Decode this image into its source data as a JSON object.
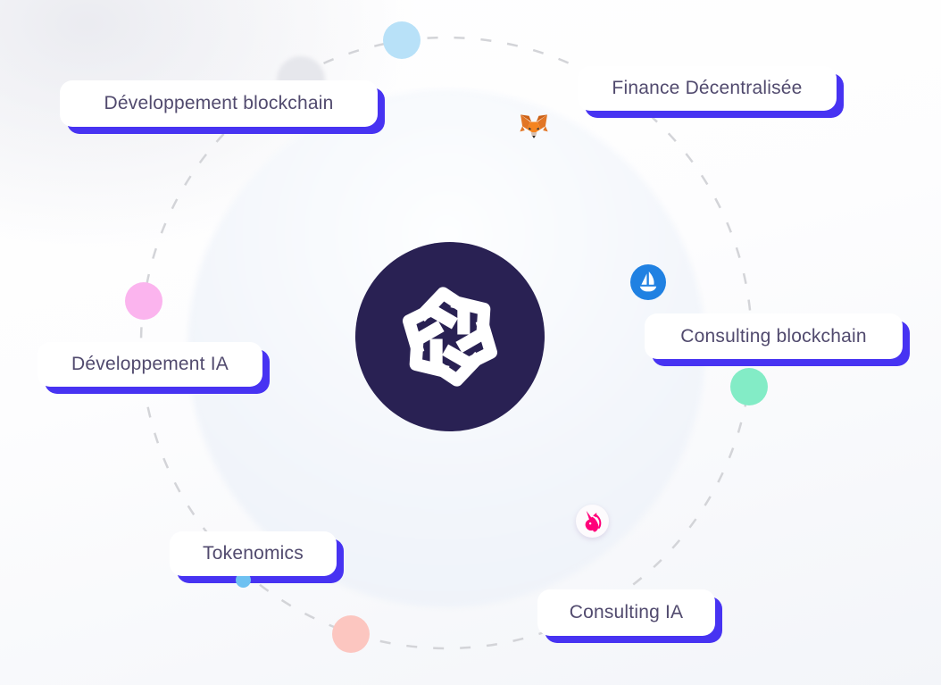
{
  "scene": {
    "name": "services-orbit-illustration",
    "center_logo": "openai-swirl-logo"
  },
  "chips": [
    {
      "id": "developpement-blockchain",
      "label": "Développement blockchain"
    },
    {
      "id": "finance-decentralisee",
      "label": "Finance Décentralisée"
    },
    {
      "id": "consulting-blockchain",
      "label": "Consulting blockchain"
    },
    {
      "id": "developpement-ia",
      "label": "Développement IA"
    },
    {
      "id": "tokenomics",
      "label": "Tokenomics"
    },
    {
      "id": "consulting-ia",
      "label": "Consulting IA"
    }
  ],
  "icons": {
    "metamask": "metamask-fox-icon",
    "opensea": "opensea-boat-icon",
    "uniswap": "uniswap-unicorn-icon"
  },
  "colors": {
    "chip_shadow": "#4733f2",
    "chip_text": "#514a6e",
    "logo_background": "#292153",
    "orbit_dash": "#d3d4d8",
    "dot_blue": "#b8e1f8",
    "dot_pink": "#fbb4ee",
    "dot_mint": "#83ecc6",
    "dot_salmon": "#fcc6c0",
    "dot_small_blue": "#6ec1f1",
    "opensea_blue": "#2081e2",
    "uniswap_pink": "#ff007a"
  }
}
